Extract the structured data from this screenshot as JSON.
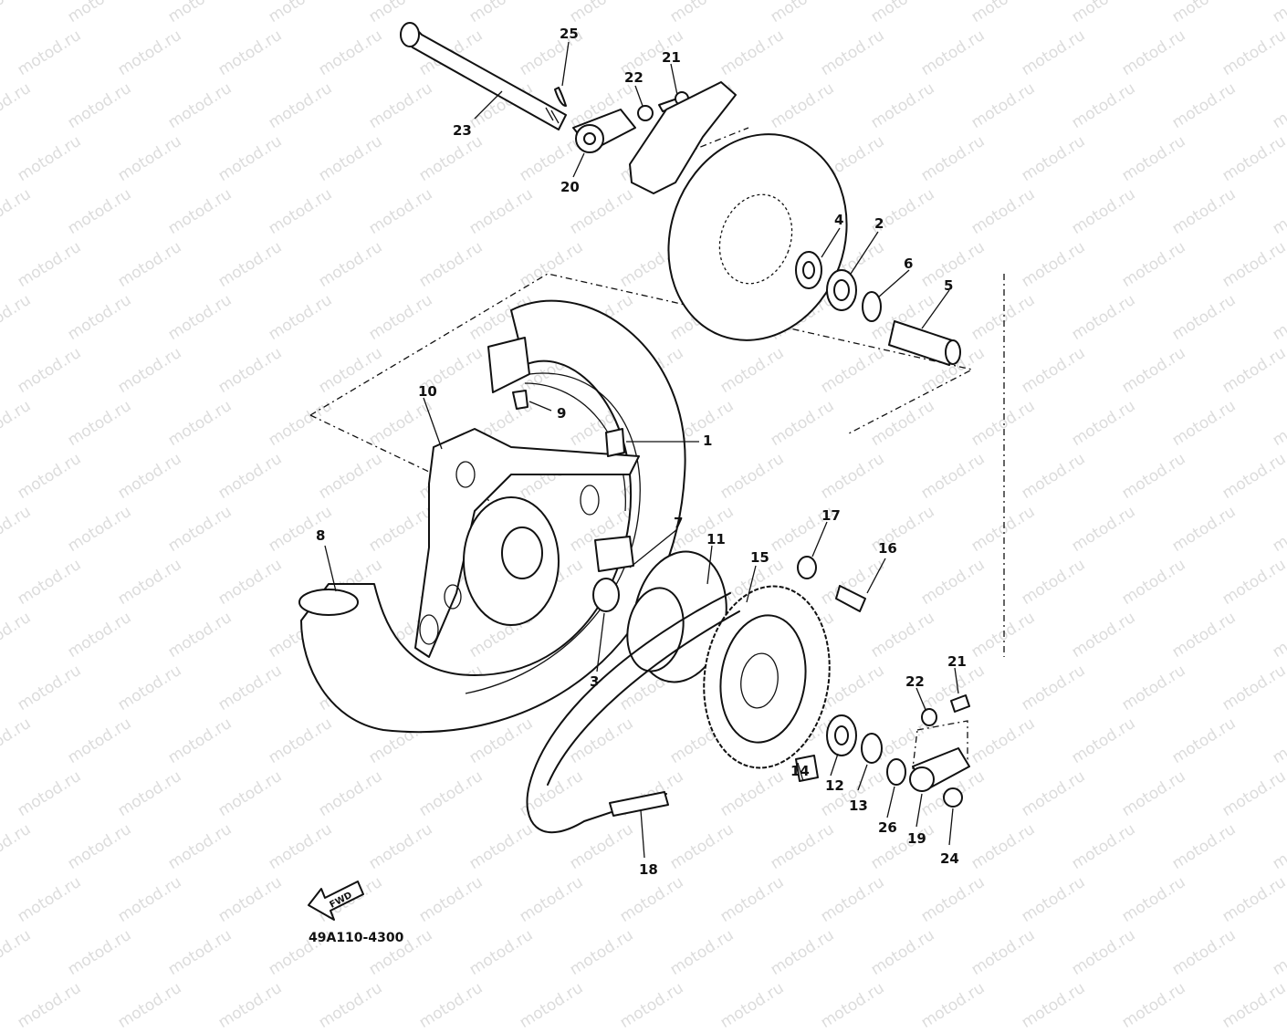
{
  "watermark": "motod.ru",
  "diagram_code": "49A110-4300",
  "fwd_label": "FWD",
  "callouts": [
    "25",
    "21",
    "22",
    "23",
    "20",
    "4",
    "2",
    "6",
    "5",
    "9",
    "1",
    "10",
    "8",
    "7",
    "11",
    "15",
    "17",
    "16",
    "3",
    "21",
    "22",
    "14",
    "12",
    "13",
    "26",
    "19",
    "24",
    "18"
  ]
}
